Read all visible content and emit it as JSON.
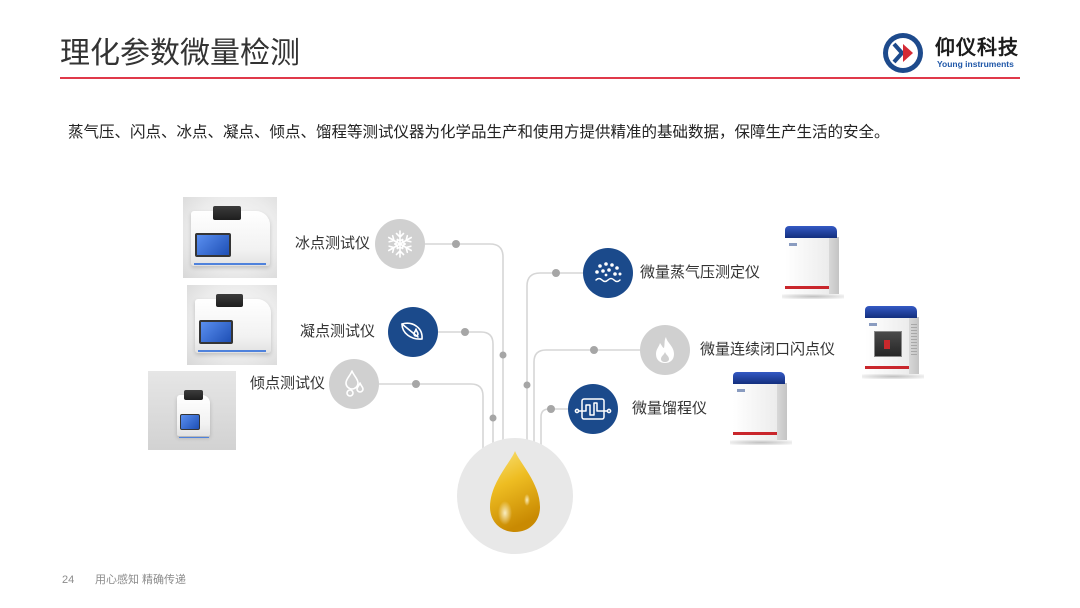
{
  "slide": {
    "title": "理化参数微量检测",
    "description": "蒸气压、闪点、冰点、凝点、倾点、馏程等测试仪器为化学品生产和使用方提供精准的基础数据，保障生产生活的安全。",
    "page_number": "24",
    "footer_slogan": "用心感知 精确传递"
  },
  "logo": {
    "icon": "young-instruments-logo-icon",
    "name_cn": "仰仪科技",
    "name_en": "Young instruments"
  },
  "diagram": {
    "center": {
      "icon": "oil-drop-icon",
      "color": "#e8e8e8"
    },
    "left_items": [
      {
        "label": "冰点测试仪",
        "icon": "snowflake-icon",
        "color": "#d0d0d0"
      },
      {
        "label": "凝点测试仪",
        "icon": "leaf-icon",
        "color": "#1b4a8b"
      },
      {
        "label": "倾点测试仪",
        "icon": "drops-icon",
        "color": "#d0d0d0"
      }
    ],
    "right_items": [
      {
        "label": "微量蒸气压测定仪",
        "icon": "bubbles-icon",
        "color": "#1b4a8b"
      },
      {
        "label": "微量连续闭口闪点仪",
        "icon": "flame-icon",
        "color": "#d0d0d0"
      },
      {
        "label": "微量馏程仪",
        "icon": "waveform-icon",
        "color": "#1b4a8b"
      }
    ]
  },
  "colors": {
    "brand_blue": "#1b4a8b",
    "accent_red": "#e0394a",
    "connector_gray": "#d6d6d6",
    "oil_gold": "#eebd22"
  }
}
